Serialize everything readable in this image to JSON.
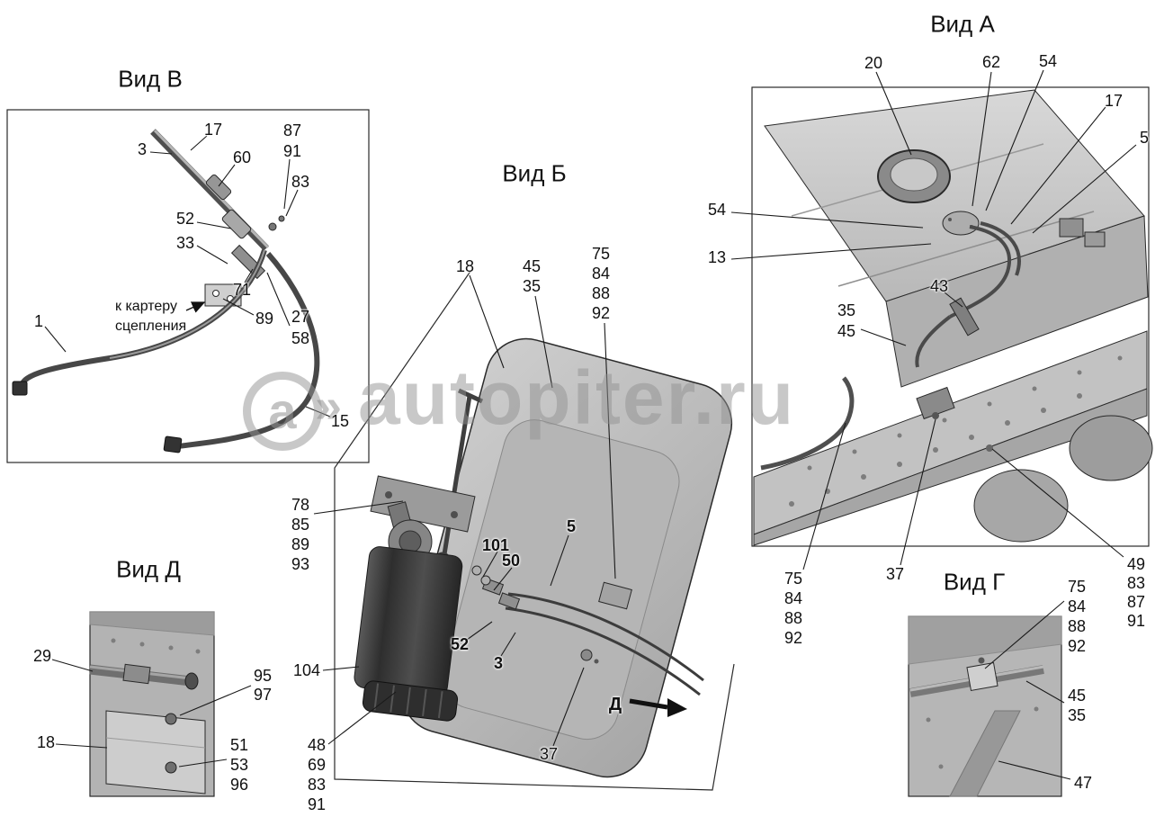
{
  "watermark": {
    "logo": "a",
    "chevron": "»",
    "text": "autopiter.ru"
  },
  "views": {
    "view_v": {
      "title": "Вид В",
      "note": "к картеру\nсцепления",
      "callouts": [
        "17",
        "3",
        "60",
        "87",
        "91",
        "83",
        "52",
        "33",
        "71",
        "89",
        "27",
        "58",
        "1",
        "15"
      ]
    },
    "view_a": {
      "title": "Вид А",
      "callouts": [
        "20",
        "62",
        "54",
        "17",
        "5",
        "54",
        "13",
        "43",
        "35",
        "45",
        "75",
        "84",
        "88",
        "92",
        "37",
        "49",
        "83",
        "87",
        "91"
      ]
    },
    "view_b": {
      "title": "Вид Б",
      "direction_label": "Д",
      "callouts": [
        "18",
        "45",
        "35",
        "75",
        "84",
        "88",
        "92",
        "78",
        "85",
        "89",
        "93",
        "101",
        "50",
        "5",
        "52",
        "3",
        "104",
        "48",
        "69",
        "83",
        "91",
        "37"
      ]
    },
    "view_d": {
      "title": "Вид Д",
      "callouts": [
        "29",
        "95",
        "97",
        "18",
        "51",
        "53",
        "96"
      ]
    },
    "view_g": {
      "title": "Вид Г",
      "callouts": [
        "75",
        "84",
        "88",
        "92",
        "45",
        "35",
        "47"
      ]
    }
  }
}
